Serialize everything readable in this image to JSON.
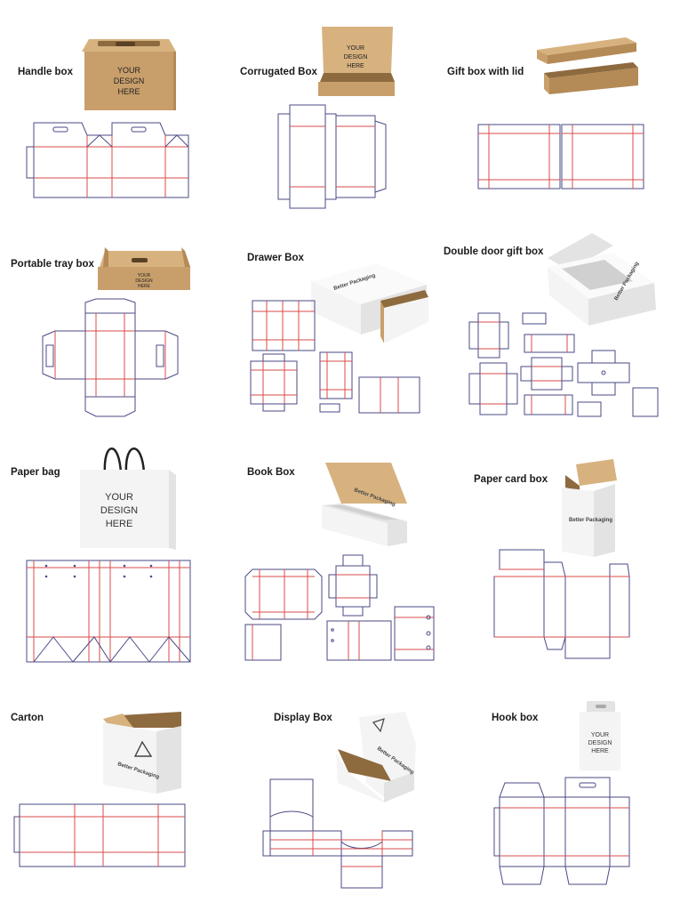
{
  "labels": {
    "handle_box": "Handle box",
    "corrugated_box": "Corrugated Box",
    "gift_box_lid": "Gift box with lid",
    "portable_tray_box": "Portable tray box",
    "drawer_box": "Drawer Box",
    "double_door_gift_box": "Double door gift box",
    "paper_bag": "Paper bag",
    "book_box": "Book Box",
    "paper_card_box": "Paper card box",
    "carton": "Carton",
    "display_box": "Display Box",
    "hook_box": "Hook box"
  },
  "mockup_text": {
    "your": "YOUR",
    "design": "DESIGN",
    "here": "HERE",
    "brand": "Better Packaging"
  },
  "colors": {
    "cut_line": "#4a4a86",
    "fold_line": "#d94b4b",
    "kraft": "#c89f6b",
    "white_box": "#f4f4f4"
  }
}
